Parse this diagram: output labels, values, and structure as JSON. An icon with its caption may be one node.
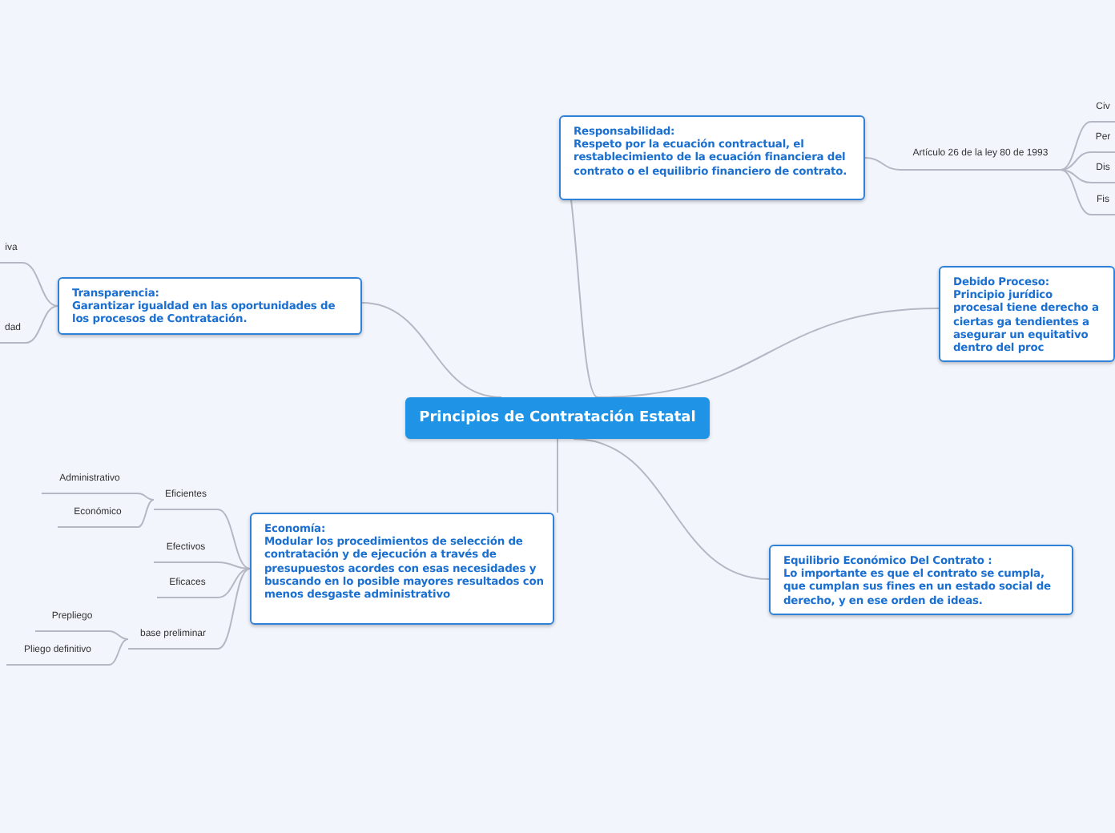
{
  "diagram": {
    "nodes": [
      {
        "text": [
          "Principios de Contratación Estatal"
        ]
      },
      {
        "text": [
          "Responsabilidad:",
          "Respeto por la ecuación  contractual, el restablecimiento de la ecuación financiera del contrato o el equilibrio financiero de contrato."
        ]
      },
      {
        "text": [
          "Artículo 26 de la ley 80 de 1993"
        ]
      },
      {
        "text": [
          "Civ"
        ]
      },
      {
        "text": [
          "Per"
        ]
      },
      {
        "text": [
          "Dis"
        ]
      },
      {
        "text": [
          "Fis"
        ]
      },
      {
        "text": [
          "Debido Proceso:",
          "Principio jurídico procesal tiene derecho a ciertas ga tendientes a asegurar un equitativo dentro del proc"
        ]
      },
      {
        "text": [
          "Transparencia:",
          "Garantizar igualdad en las oportunidades de los procesos de Contratación."
        ]
      },
      {
        "text": [
          "iva"
        ]
      },
      {
        "text": [
          "dad"
        ]
      },
      {
        "text": [
          "Economía:",
          "Modular los procedimientos de selección de contratación  y de ejecución a través de presupuestos acordes con esas necesidades y buscando en lo posible mayores resultados con menos desgaste administrativo"
        ]
      },
      {
        "text": [
          "Eficientes"
        ]
      },
      {
        "text": [
          "Administrativo"
        ]
      },
      {
        "text": [
          "Económico"
        ]
      },
      {
        "text": [
          "Efectivos"
        ]
      },
      {
        "text": [
          "Eficaces"
        ]
      },
      {
        "text": [
          "base preliminar"
        ]
      },
      {
        "text": [
          "Prepliego"
        ]
      },
      {
        "text": [
          "Pliego definitivo"
        ]
      },
      {
        "text": [
          "Equilibrio Económico Del Contrato :",
          "Lo importante es que el contrato se cumpla, que cumplan sus fines en un estado social de derecho, y en ese orden de ideas."
        ]
      }
    ],
    "edges": [
      {
        "from": 0,
        "to": 1,
        "arrow": "none"
      },
      {
        "from": 1,
        "to": 2,
        "arrow": "none"
      },
      {
        "from": 2,
        "to": 3,
        "arrow": "none"
      },
      {
        "from": 2,
        "to": 4,
        "arrow": "none"
      },
      {
        "from": 2,
        "to": 5,
        "arrow": "none"
      },
      {
        "from": 2,
        "to": 6,
        "arrow": "none"
      },
      {
        "from": 0,
        "to": 7,
        "arrow": "none"
      },
      {
        "from": 0,
        "to": 8,
        "arrow": "none"
      },
      {
        "from": 8,
        "to": 9,
        "arrow": "none"
      },
      {
        "from": 8,
        "to": 10,
        "arrow": "none"
      },
      {
        "from": 0,
        "to": 11,
        "arrow": "none"
      },
      {
        "from": 11,
        "to": 12,
        "arrow": "none"
      },
      {
        "from": 12,
        "to": 13,
        "arrow": "none"
      },
      {
        "from": 12,
        "to": 14,
        "arrow": "none"
      },
      {
        "from": 11,
        "to": 15,
        "arrow": "none"
      },
      {
        "from": 11,
        "to": 16,
        "arrow": "none"
      },
      {
        "from": 11,
        "to": 17,
        "arrow": "none"
      },
      {
        "from": 17,
        "to": 18,
        "arrow": "none"
      },
      {
        "from": 17,
        "to": 19,
        "arrow": "none"
      },
      {
        "from": 0,
        "to": 20,
        "arrow": "none"
      }
    ]
  }
}
